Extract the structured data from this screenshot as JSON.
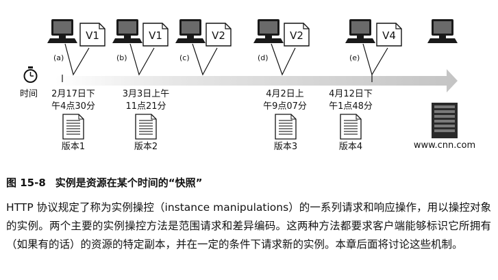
{
  "diagram": {
    "time_label": "时间",
    "events": [
      {
        "tag": "(a)",
        "version": "V1",
        "date_lines": [
          "2月17日下",
          "午4点30分"
        ],
        "doc_label": "版本1"
      },
      {
        "tag": "(b)",
        "version": "V1",
        "date_lines": [
          "3月3日上午",
          "11点21分"
        ],
        "doc_label": "版本2"
      },
      {
        "tag": "(c)",
        "version": "V2"
      },
      {
        "tag": "(d)",
        "version": "V2",
        "date_lines": [
          "4月2日上",
          "午9点07分"
        ],
        "doc_label": "版本3"
      },
      {
        "tag": "(e)",
        "version": "V4",
        "date_lines": [
          "4月12日下",
          "午1点48分"
        ],
        "doc_label": "版本4"
      }
    ],
    "server_label": "www.cnn.com",
    "colors": {
      "arrow": "#cccccc",
      "ink": "#111111"
    },
    "icons": [
      "computer-icon",
      "document-icon",
      "stopwatch-icon",
      "server-icon"
    ]
  },
  "caption": {
    "number": "图 15-8",
    "title": "实例是资源在某个时间的“快照”"
  },
  "body_text": "HTTP 协议规定了称为实例操控（instance manipulations）的一系列请求和响应操作，用以操控对象的实例。两个主要的实例操控方法是范围请求和差异编码。这两种方法都要求客户端能够标识它所拥有（如果有的话）的资源的特定副本，并在一定的条件下请求新的实例。本章后面将讨论这些机制。"
}
